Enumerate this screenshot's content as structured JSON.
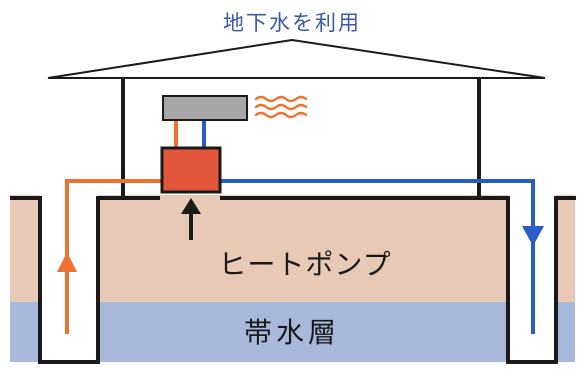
{
  "diagram": {
    "title": "地下水を利用",
    "heat_pump_label": "ヒートポンプ",
    "aquifer_label": "帯水層",
    "colors": {
      "title_text": "#3a5aa8",
      "label_text": "#1a1a1a",
      "ground": "#e8c9b6",
      "aquifer": "#a9b9dc",
      "outline": "#1a1a1a",
      "warm_pipe": "#f07030",
      "cool_pipe": "#2a5cc8",
      "heat_pump_unit": "#e2563c",
      "indoor_unit": "#a6a6a6",
      "heat_waves": "#f07030"
    },
    "icons": {
      "heat_waves": "heat-waves-icon",
      "arrow_up": "arrow-up-icon",
      "arrow_down": "arrow-down-icon"
    }
  }
}
